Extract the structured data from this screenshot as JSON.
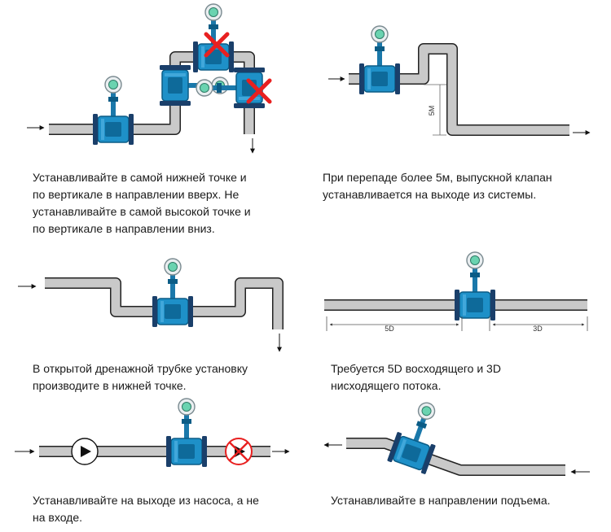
{
  "captions": {
    "p1": [
      "Устанавливайте в самой нижней точке и",
      "по вертикале в направлении вверх. Не",
      "устанавливайте в самой высокой точке и",
      "по вертикале в направлении вниз."
    ],
    "p2": [
      "При перепаде более 5м, выпускной клапан",
      "устанавливается на выходе из системы."
    ],
    "p3": [
      "В открытой дренажной трубке установку",
      "производите в нижней точке."
    ],
    "p4": [
      "Требуется 5D восходящего и 3D",
      "нисходящего потока."
    ],
    "p5": [
      "Устанавливайте на выходе из насоса, а не",
      "на входе."
    ],
    "p6": [
      "Устанавливайте в направлении подъема."
    ]
  },
  "dimensions": {
    "height_5m": "5M",
    "upstream": "5D",
    "downstream": "3D"
  },
  "colors": {
    "meter_blue": "#1e90c8",
    "meter_blue_dark": "#0b5c86",
    "pipe_gray": "#c9c9c9",
    "pipe_outline": "#222222",
    "flange_dark": "#1a3f6a",
    "forbidden_red": "#e82020",
    "display_green": "#6ad3b0"
  },
  "icons": [
    "flow-arrow-icon",
    "flowmeter-icon",
    "forbidden-cross-icon",
    "pump-icon",
    "valve-icon"
  ]
}
